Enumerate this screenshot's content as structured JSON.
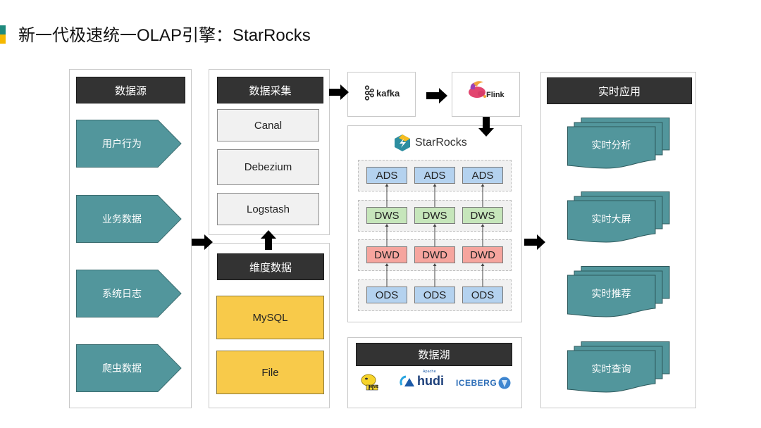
{
  "title": "新一代极速统一OLAP引擎：StarRocks",
  "colors": {
    "teal": "#52969c",
    "dark_header": "#333333",
    "yellow": "#f8ca4a",
    "ads_blue": "#b4d2ef",
    "dws_green": "#c6e6bb",
    "dwd_red": "#f6a59e",
    "ods_blue": "#b4d2ef",
    "title_mark_top": "#1f8a7d",
    "title_mark_bottom": "#f5b800"
  },
  "data_sources": {
    "header": "数据源",
    "items": [
      "用户行为",
      "业务数据",
      "系统日志",
      "爬虫数据"
    ]
  },
  "data_collection": {
    "header": "数据采集",
    "tools": [
      "Canal",
      "Debezium",
      "Logstash"
    ]
  },
  "dimension_data": {
    "header": "维度数据",
    "items": [
      "MySQL",
      "File"
    ]
  },
  "streaming": {
    "kafka_label": "kafka",
    "flink_label": "Flink"
  },
  "starrocks": {
    "logo_label": "StarRocks",
    "layers": [
      {
        "name": "ADS",
        "cells": [
          "ADS",
          "ADS",
          "ADS"
        ]
      },
      {
        "name": "DWS",
        "cells": [
          "DWS",
          "DWS",
          "DWS"
        ]
      },
      {
        "name": "DWD",
        "cells": [
          "DWD",
          "DWD",
          "DWD"
        ]
      },
      {
        "name": "ODS",
        "cells": [
          "ODS",
          "ODS",
          "ODS"
        ]
      }
    ]
  },
  "data_lake": {
    "header": "数据湖",
    "logos": {
      "hive": "HIVE",
      "hudi_small": "Apache",
      "hudi": "hudi",
      "iceberg": "ICEBERG"
    }
  },
  "realtime_apps": {
    "header": "实时应用",
    "items": [
      "实时分析",
      "实时大屏",
      "实时推荐",
      "实时查询"
    ]
  }
}
